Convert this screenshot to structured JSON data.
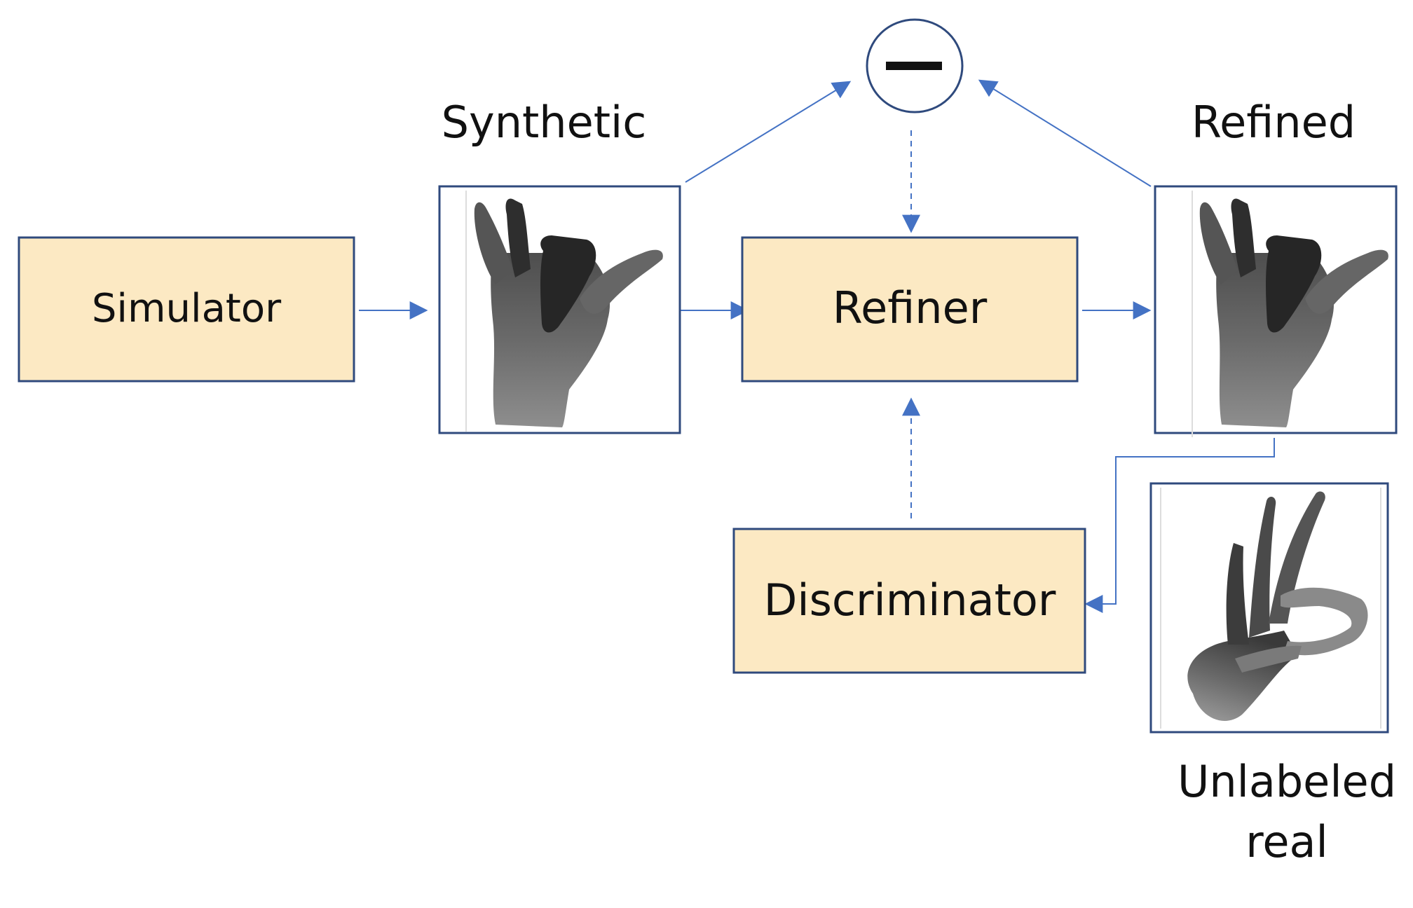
{
  "colors": {
    "box_fill": "#FCE9C3",
    "box_stroke": "#2F4A7D",
    "arrow": "#4472C4",
    "frame_stroke": "#2F4A7D"
  },
  "nodes": {
    "simulator": "Simulator",
    "refiner": "Refiner",
    "discriminator": "Discriminator",
    "subtract_symbol": "−"
  },
  "captions": {
    "synthetic": "Synthetic",
    "refined": "Refined",
    "unlabeled_line1": "Unlabeled",
    "unlabeled_line2": "real"
  },
  "images": {
    "synthetic": "depth-hand-image",
    "refined": "depth-hand-image",
    "unlabeled_real": "depth-hand-image"
  }
}
